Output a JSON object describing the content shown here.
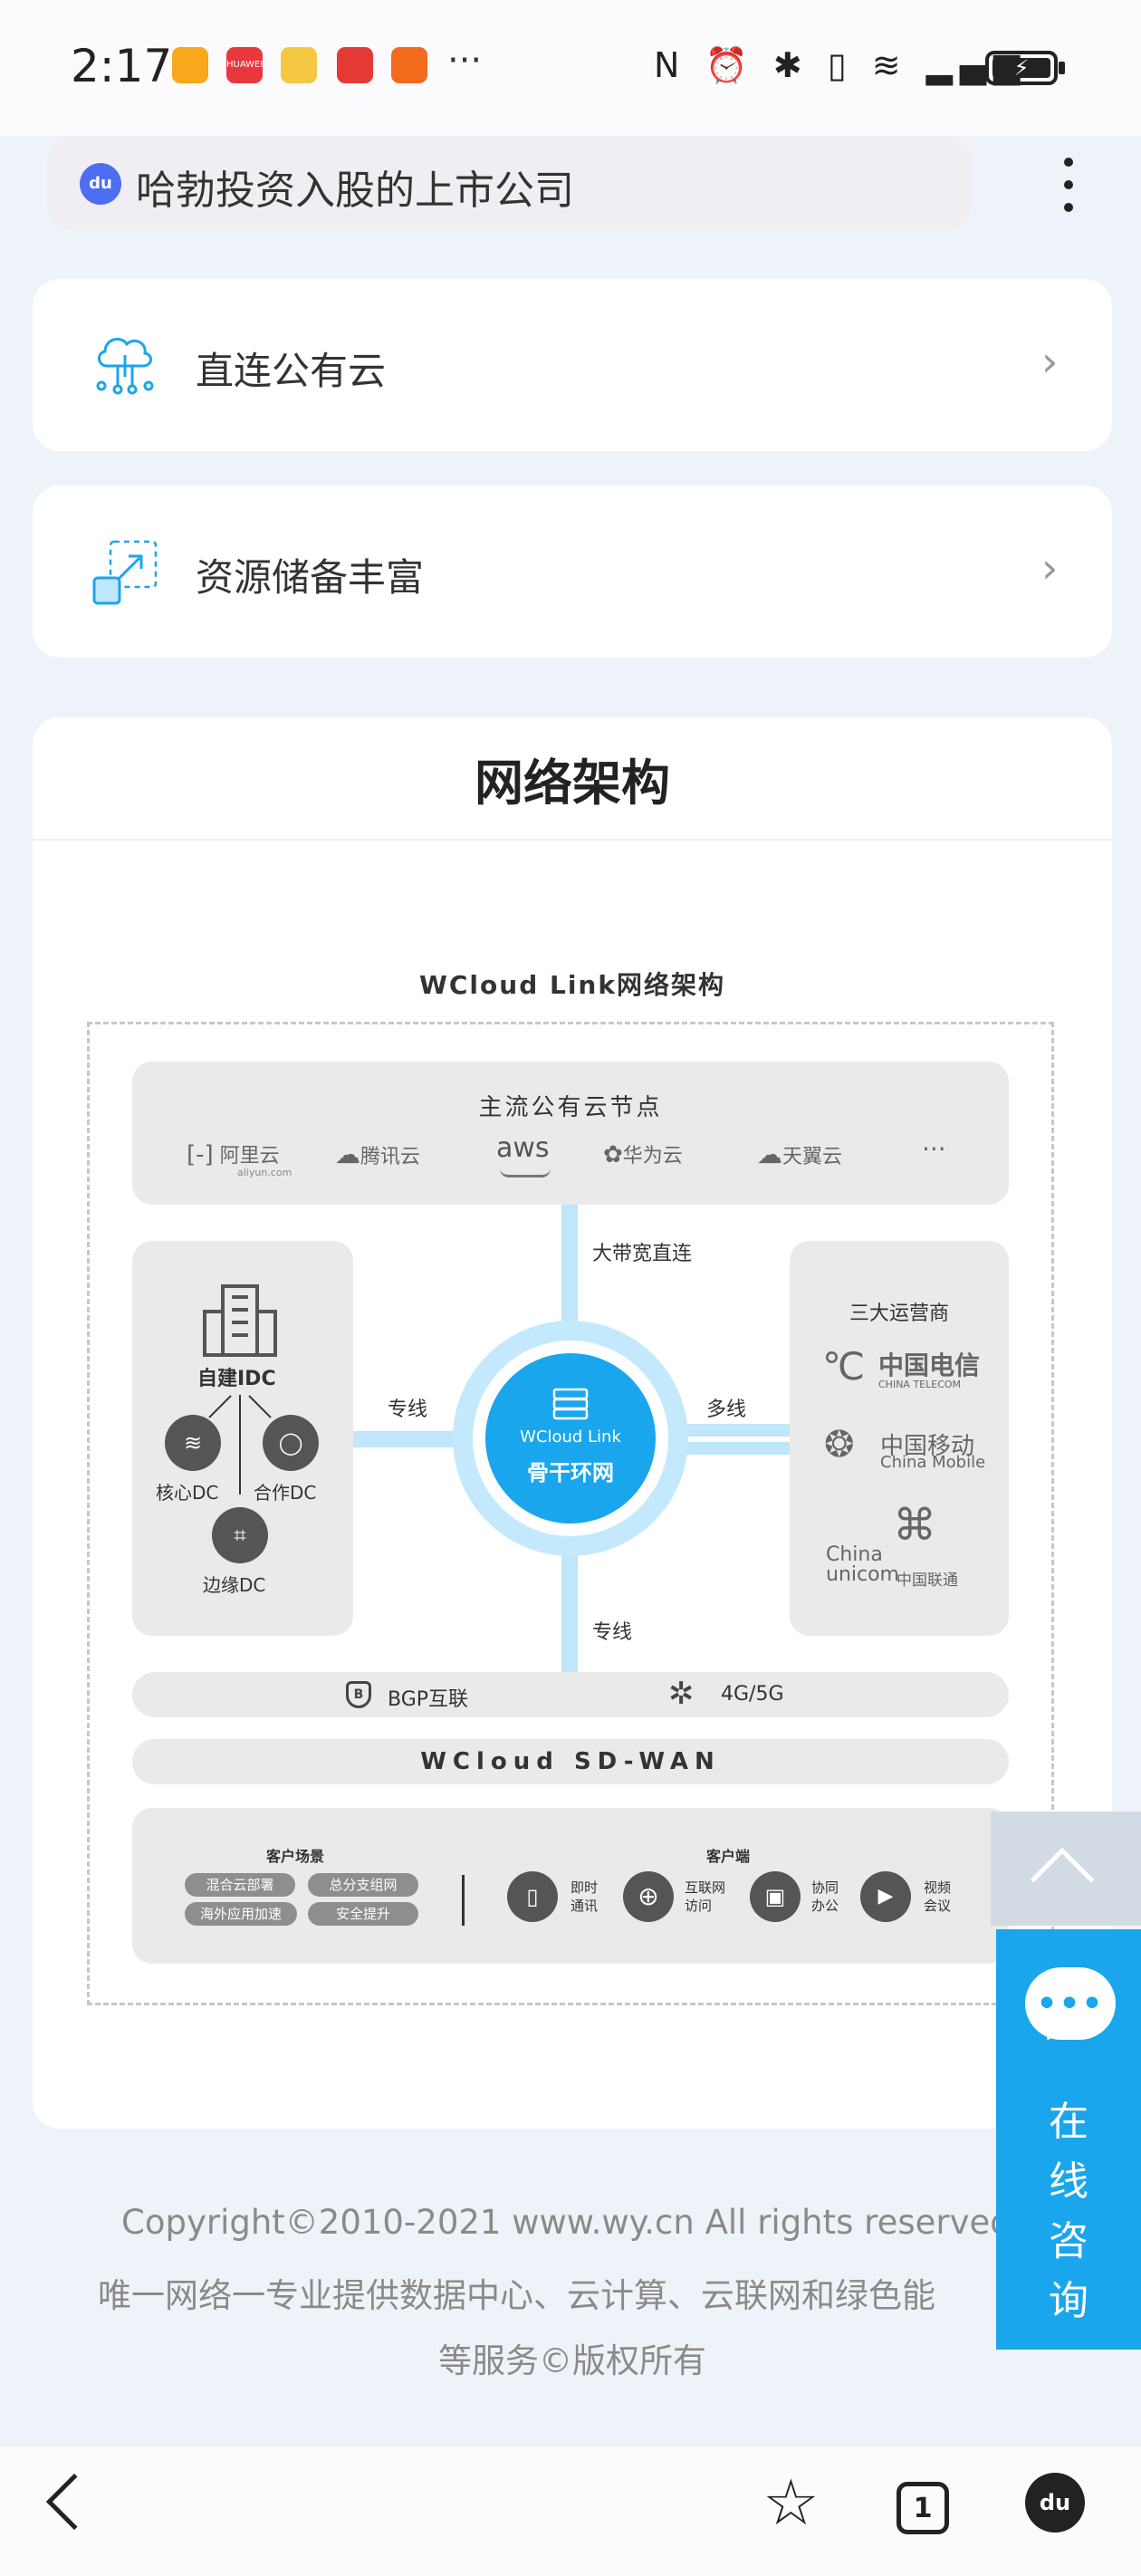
{
  "status_bar": {
    "time": "2:17",
    "apps": [
      "",
      "HUAWEI",
      "",
      "",
      ""
    ],
    "more": "···",
    "right_icons": "N ⏰ ✱ ▯ ≋ ▂▄▆",
    "battery": "⚡"
  },
  "search": {
    "query": "哈勃投资入股的上市公司",
    "logo": "du"
  },
  "features": [
    {
      "label": "直连公有云",
      "icon": "cloud-network-icon"
    },
    {
      "label": "资源储备丰富",
      "icon": "expand-resource-icon"
    }
  ],
  "architecture": {
    "section_title": "网络架构",
    "diagram_title": "WCloud Link网络架构",
    "public_cloud": {
      "title": "主流公有云节点",
      "providers": [
        "阿里云",
        "腾讯云",
        "aws",
        "华为云",
        "天翼云",
        "···"
      ],
      "aliyun_sub": "aliyun.com"
    },
    "links": {
      "top": "大带宽直连",
      "left": "专线",
      "right": "多线",
      "bottom": "专线"
    },
    "hub": {
      "name": "WCloud Link",
      "label": "骨干环网"
    },
    "dc": {
      "self_idc": "自建IDC",
      "core": "核心DC",
      "partner": "合作DC",
      "edge": "边缘DC"
    },
    "carriers": {
      "title": "三大运营商",
      "telecom_cn": "中国电信",
      "telecom_en": "CHINA TELECOM",
      "mobile_cn": "中国移动",
      "mobile_en": "China Mobile",
      "unicom_en1": "China",
      "unicom_en2": "unicom",
      "unicom_cn": "中国联通"
    },
    "bgp": "BGP互联",
    "net4g5g": "4G/5G",
    "sdwan": "WCloud SD-WAN",
    "scenarios": {
      "title": "客户场景",
      "tags": [
        "混合云部署",
        "总分支组网",
        "海外应用加速",
        "安全提升"
      ]
    },
    "clients": {
      "title": "客户端",
      "items": [
        {
          "label1": "即时",
          "label2": "通讯",
          "icon": "phone-icon"
        },
        {
          "label1": "互联网",
          "label2": "访问",
          "icon": "globe-icon"
        },
        {
          "label1": "协同",
          "label2": "办公",
          "icon": "briefcase-icon"
        },
        {
          "label1": "视频",
          "label2": "会议",
          "icon": "video-icon"
        }
      ]
    }
  },
  "footer": {
    "line1": "Copyright©2010-2021 www.wy.cn All rights reserved",
    "line2": "唯一网络一专业提供数据中心、云计算、云联网和绿色能",
    "line3": "等服务©版权所有"
  },
  "chat": {
    "chars": [
      "在",
      "线",
      "咨",
      "询"
    ]
  },
  "nav": {
    "tab_count": "1"
  }
}
